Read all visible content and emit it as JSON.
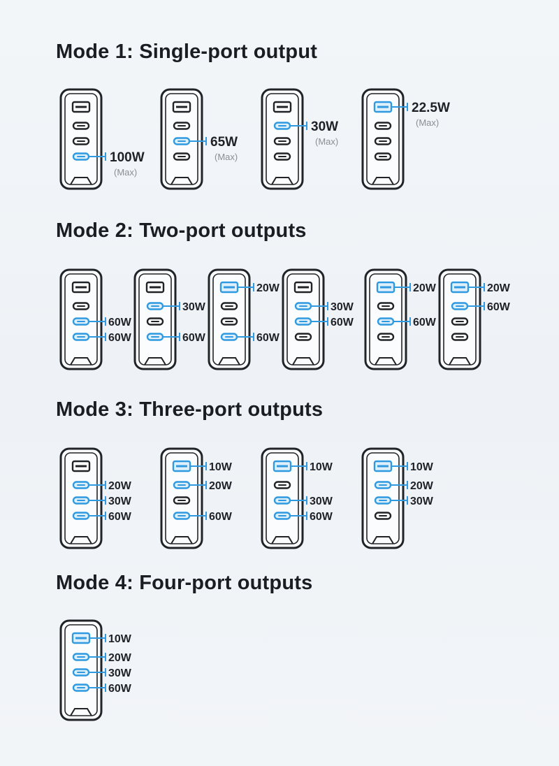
{
  "modes": [
    {
      "title": "Mode 1: Single-port output",
      "chargers": [
        {
          "ports": [
            {
              "active": false
            },
            {
              "active": false
            },
            {
              "active": false
            },
            {
              "active": true,
              "label": "100W",
              "sub": "(Max)"
            }
          ]
        },
        {
          "ports": [
            {
              "active": false
            },
            {
              "active": false
            },
            {
              "active": true,
              "label": "65W",
              "sub": "(Max)"
            },
            {
              "active": false
            }
          ]
        },
        {
          "ports": [
            {
              "active": false
            },
            {
              "active": true,
              "label": "30W",
              "sub": "(Max)"
            },
            {
              "active": false
            },
            {
              "active": false
            }
          ]
        },
        {
          "ports": [
            {
              "active": true,
              "label": "22.5W",
              "sub": "(Max)"
            },
            {
              "active": false
            },
            {
              "active": false
            },
            {
              "active": false
            }
          ]
        }
      ]
    },
    {
      "title": "Mode 2: Two-port outputs",
      "chargers": [
        {
          "ports": [
            {
              "active": false
            },
            {
              "active": false
            },
            {
              "active": true,
              "label": "60W"
            },
            {
              "active": true,
              "label": "60W"
            }
          ]
        },
        {
          "ports": [
            {
              "active": false
            },
            {
              "active": true,
              "label": "30W"
            },
            {
              "active": false
            },
            {
              "active": true,
              "label": "60W"
            }
          ]
        },
        {
          "ports": [
            {
              "active": true,
              "label": "20W"
            },
            {
              "active": false
            },
            {
              "active": false
            },
            {
              "active": true,
              "label": "60W"
            }
          ]
        },
        {
          "ports": [
            {
              "active": false
            },
            {
              "active": true,
              "label": "30W"
            },
            {
              "active": true,
              "label": "60W"
            },
            {
              "active": false
            }
          ]
        },
        {
          "ports": [
            {
              "active": true,
              "label": "20W"
            },
            {
              "active": false
            },
            {
              "active": true,
              "label": "60W"
            },
            {
              "active": false
            }
          ]
        },
        {
          "ports": [
            {
              "active": true,
              "label": "20W"
            },
            {
              "active": true,
              "label": "60W"
            },
            {
              "active": false
            },
            {
              "active": false
            }
          ]
        }
      ]
    },
    {
      "title": "Mode 3: Three-port outputs",
      "chargers": [
        {
          "ports": [
            {
              "active": false
            },
            {
              "active": true,
              "label": "20W"
            },
            {
              "active": true,
              "label": "30W"
            },
            {
              "active": true,
              "label": "60W"
            }
          ]
        },
        {
          "ports": [
            {
              "active": true,
              "label": "10W"
            },
            {
              "active": true,
              "label": "20W"
            },
            {
              "active": false
            },
            {
              "active": true,
              "label": "60W"
            }
          ]
        },
        {
          "ports": [
            {
              "active": true,
              "label": "10W"
            },
            {
              "active": false
            },
            {
              "active": true,
              "label": "30W"
            },
            {
              "active": true,
              "label": "60W"
            }
          ]
        },
        {
          "ports": [
            {
              "active": true,
              "label": "10W"
            },
            {
              "active": true,
              "label": "20W"
            },
            {
              "active": true,
              "label": "30W"
            },
            {
              "active": false
            }
          ]
        }
      ]
    },
    {
      "title": "Mode 4: Four-port outputs",
      "chargers": [
        {
          "ports": [
            {
              "active": true,
              "label": "10W"
            },
            {
              "active": true,
              "label": "20W"
            },
            {
              "active": true,
              "label": "30W"
            },
            {
              "active": true,
              "label": "60W"
            }
          ]
        }
      ]
    }
  ],
  "colors": {
    "active_port": "#2f9ae0",
    "active_fill": "#dff0fb",
    "outline": "#202327",
    "body_fill": "#fbfcfd",
    "leader": "#2f9ae0",
    "label": "#1e2228",
    "sub_label": "#8a8f96"
  }
}
